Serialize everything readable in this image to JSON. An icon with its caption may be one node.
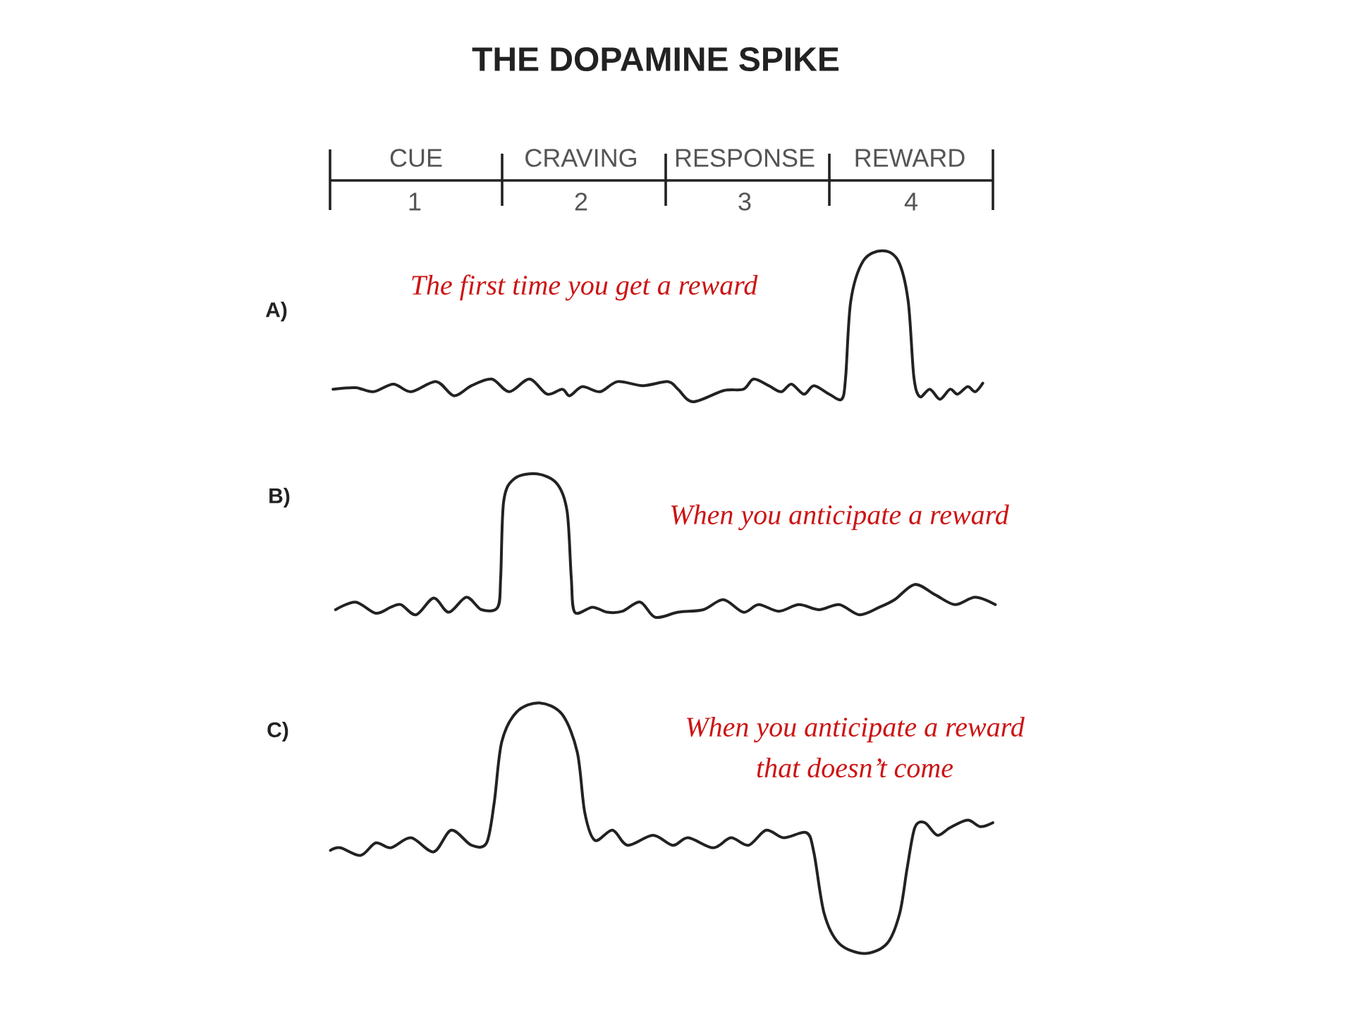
{
  "diagram": {
    "title": "THE DOPAMINE SPIKE",
    "labels": [
      "CUE",
      "CRAVING",
      "RESPONSE",
      "REWARD",
      "1",
      "2",
      "3",
      "4",
      "A)",
      "The first time you get a reward",
      "B)",
      "When you anticipate a reward",
      "C)",
      "When you anticipate a reward that doesn’t come"
    ]
  }
}
